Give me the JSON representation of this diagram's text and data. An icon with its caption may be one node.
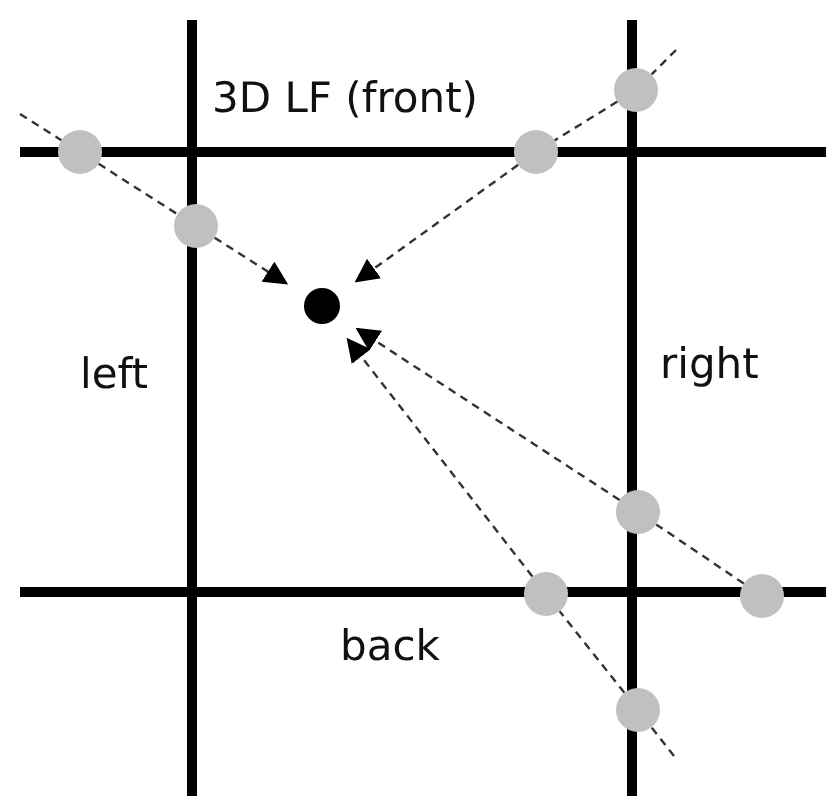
{
  "diagram": {
    "nodes": [
      {
        "text": [],
        "shape": "circle"
      },
      {
        "text": [],
        "shape": "circle"
      },
      {
        "text": [],
        "shape": "circle"
      },
      {
        "text": [],
        "shape": "circle"
      },
      {
        "text": [],
        "shape": "circle"
      },
      {
        "text": [],
        "shape": "circle"
      },
      {
        "text": [],
        "shape": "circle"
      },
      {
        "text": [],
        "shape": "circle"
      },
      {
        "text": [],
        "shape": "circle"
      }
    ],
    "edges": [
      {
        "from": null,
        "to": 1,
        "arrow": "none",
        "style": "dashed"
      },
      {
        "from": 1,
        "to": 3,
        "arrow": "none",
        "style": "dashed"
      },
      {
        "from": 3,
        "to": 4,
        "arrow": "to",
        "style": "dashed"
      },
      {
        "from": null,
        "to": 0,
        "arrow": "none",
        "style": "dashed"
      },
      {
        "from": 0,
        "to": 2,
        "arrow": "none",
        "style": "dashed"
      },
      {
        "from": 2,
        "to": 4,
        "arrow": "to",
        "style": "dashed"
      },
      {
        "from": 7,
        "to": 5,
        "arrow": "none",
        "style": "dashed"
      },
      {
        "from": 5,
        "to": 4,
        "arrow": "to",
        "style": "dashed"
      },
      {
        "from": null,
        "to": 8,
        "arrow": "none",
        "style": "dashed"
      },
      {
        "from": 8,
        "to": 6,
        "arrow": "none",
        "style": "dashed"
      },
      {
        "from": 6,
        "to": 4,
        "arrow": "to",
        "style": "dashed"
      }
    ],
    "labels": [
      "3D LF (front)",
      "left",
      "right",
      "back"
    ]
  }
}
